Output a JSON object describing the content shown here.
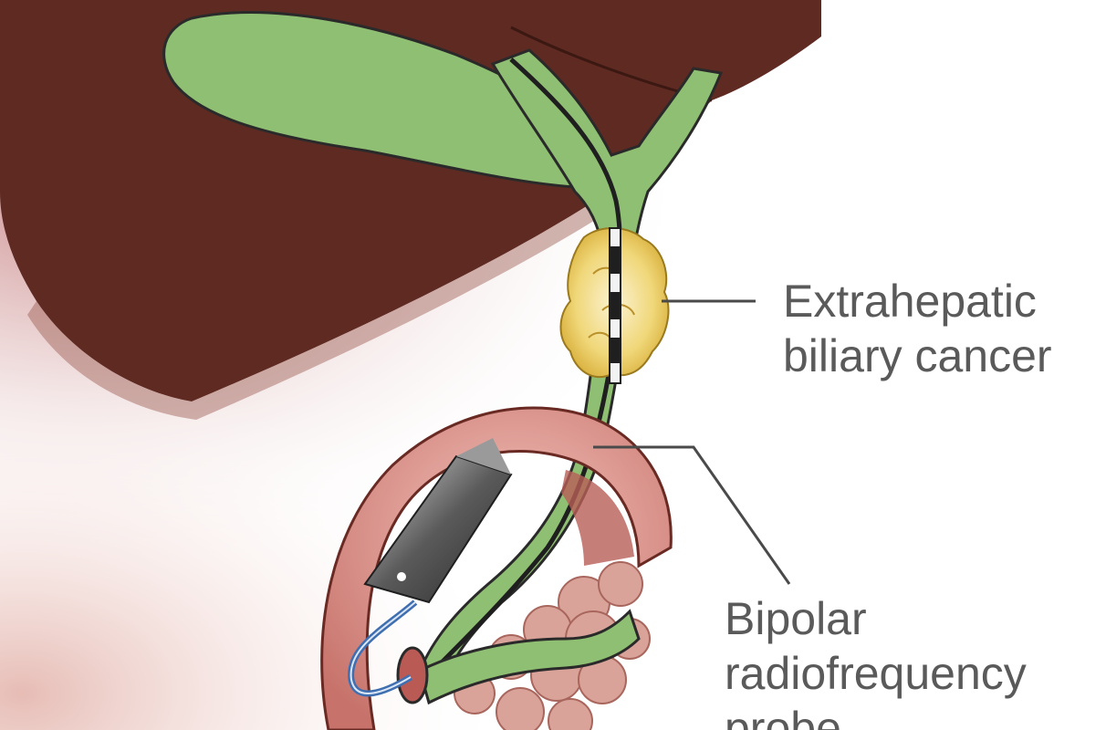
{
  "labels": {
    "cancer": {
      "line1": "Extrahepatic",
      "line2": "biliary cancer"
    },
    "probe": {
      "line1": "Bipolar",
      "line2": "radiofrequency",
      "line3": "probe"
    }
  },
  "colors": {
    "liver": "#5e2a22",
    "liver_shadow": "#8a4a40",
    "biliary_tree": "#8fbf72",
    "outline": "#2a2a2a",
    "tumor": "#e8c44a",
    "duodenum": "#c9706a",
    "duodenum_inner": "#e9aaa3",
    "pancreas": "#d9a39a",
    "label_text": "#5a5a5a"
  }
}
